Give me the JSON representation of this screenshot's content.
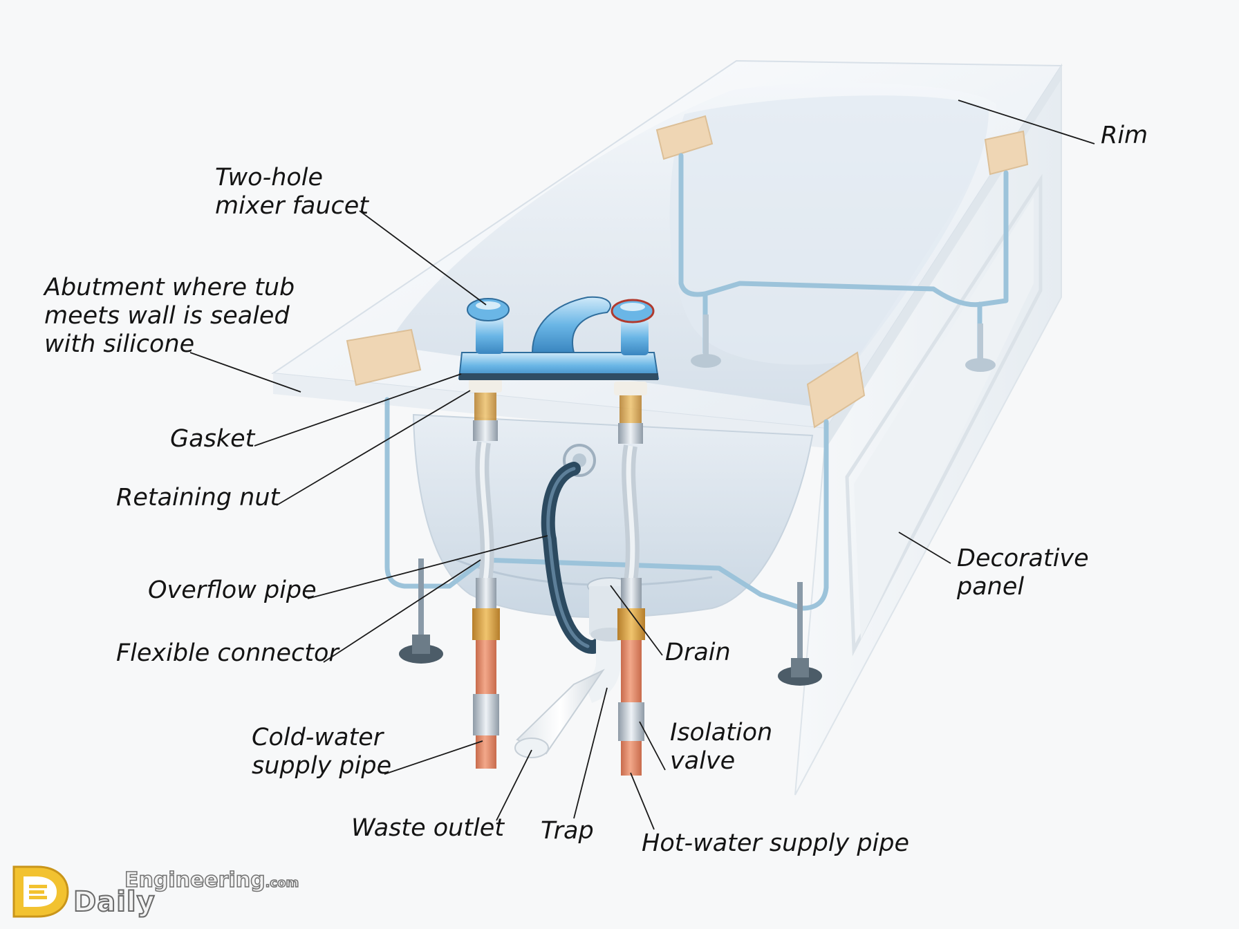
{
  "labels": {
    "faucet": [
      "Two-hole",
      "mixer faucet"
    ],
    "abutment": [
      "Abutment where tub",
      "meets wall is sealed",
      "with silicone"
    ],
    "gasket": "Gasket",
    "retaining_nut": "Retaining nut",
    "overflow_pipe": "Overflow pipe",
    "flexible_connector": "Flexible connector",
    "cold_water": [
      "Cold-water",
      "supply pipe"
    ],
    "waste_outlet": "Waste outlet",
    "trap": "Trap",
    "hot_water": "Hot-water supply pipe",
    "isolation_valve": [
      "Isolation",
      "valve"
    ],
    "drain": "Drain",
    "decorative_panel": [
      "Decorative",
      "panel"
    ],
    "rim": "Rim"
  },
  "logo": {
    "brand": "Daily",
    "site": "Engineering",
    "tld": ".com"
  },
  "colors": {
    "tub": "#eef2f6",
    "tub_shadow": "#c9d6e2",
    "pipe_blue": "#9cc3da",
    "overflow": "#2c4a60",
    "copper": "#e0896a",
    "brass": "#d8a24a",
    "wood": "#efd6b4",
    "faucet": "#6ab6e6",
    "leader": "#1a1a1a"
  }
}
